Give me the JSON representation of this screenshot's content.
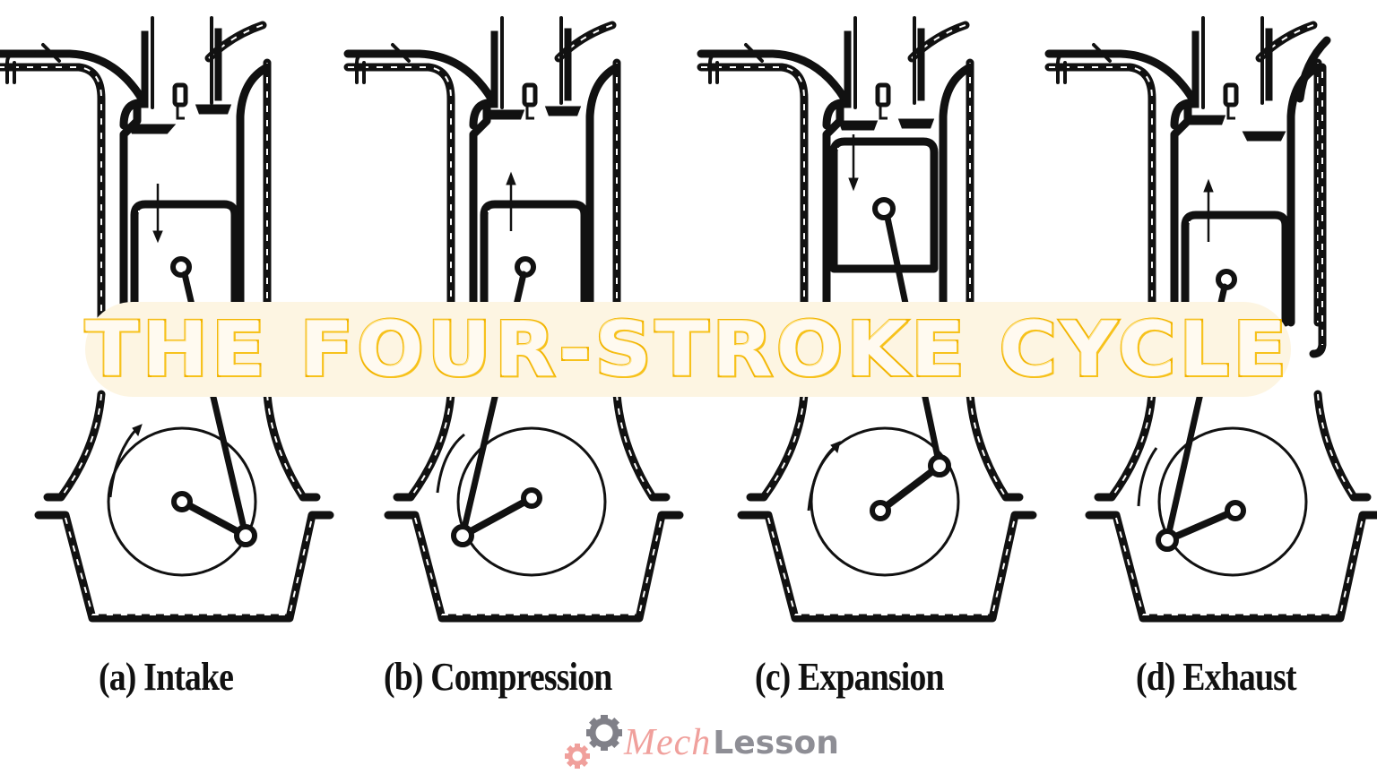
{
  "title": "THE FOUR-STROKE CYCLE",
  "banner": {
    "background_color": "#fdf5e2",
    "text_color": "#f2b400"
  },
  "strokes": [
    {
      "label": "(a) Intake",
      "piston_direction": "down"
    },
    {
      "label": "(b) Compression",
      "piston_direction": "up"
    },
    {
      "label": "(c) Expansion",
      "piston_direction": "down"
    },
    {
      "label": "(d) Exhaust",
      "piston_direction": "up"
    }
  ],
  "watermark": {
    "brand_part1": "Mech",
    "brand_part2": "Lesson",
    "gear_colors": [
      "#808088",
      "#f0a09c"
    ],
    "text_colors": [
      "#f0a09c",
      "#8e8e95"
    ]
  }
}
